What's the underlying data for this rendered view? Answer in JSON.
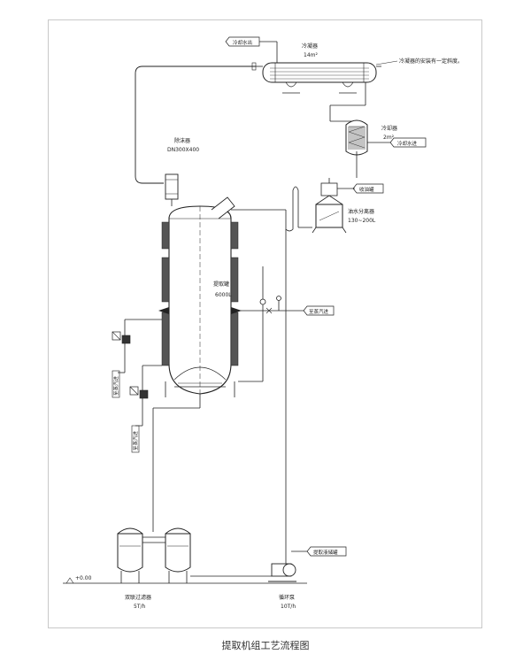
{
  "title": "提取机组工艺流程图",
  "labels": {
    "cooling_water_top": "冷却水出",
    "condenser_name": "冷凝器",
    "condenser_area": "14m²",
    "condenser_note": "冷凝器的安装有一定斜度。",
    "cooler_name": "冷却器",
    "cooler_area": "2m²",
    "cooling_water_right": "冷却水进",
    "defoamer_name": "除沫器",
    "defoamer_spec": "DN300X400",
    "oil_tank": "收油罐",
    "oil_separator_name": "油水分离器",
    "oil_separator_spec": "130~200L",
    "extractor_name": "提取罐",
    "extractor_volume": "6000L",
    "steam_inlet": "至蒸汽进",
    "steam_tag_1": "至蒸汽进",
    "steam_tag_2": "至蒸汽进",
    "level_zero": "+0.00",
    "filter_name": "双联过滤器",
    "filter_spec": "5T/h",
    "pump_name": "循环泵",
    "pump_spec": "10T/h",
    "liquid_out": "提取液储罐"
  }
}
